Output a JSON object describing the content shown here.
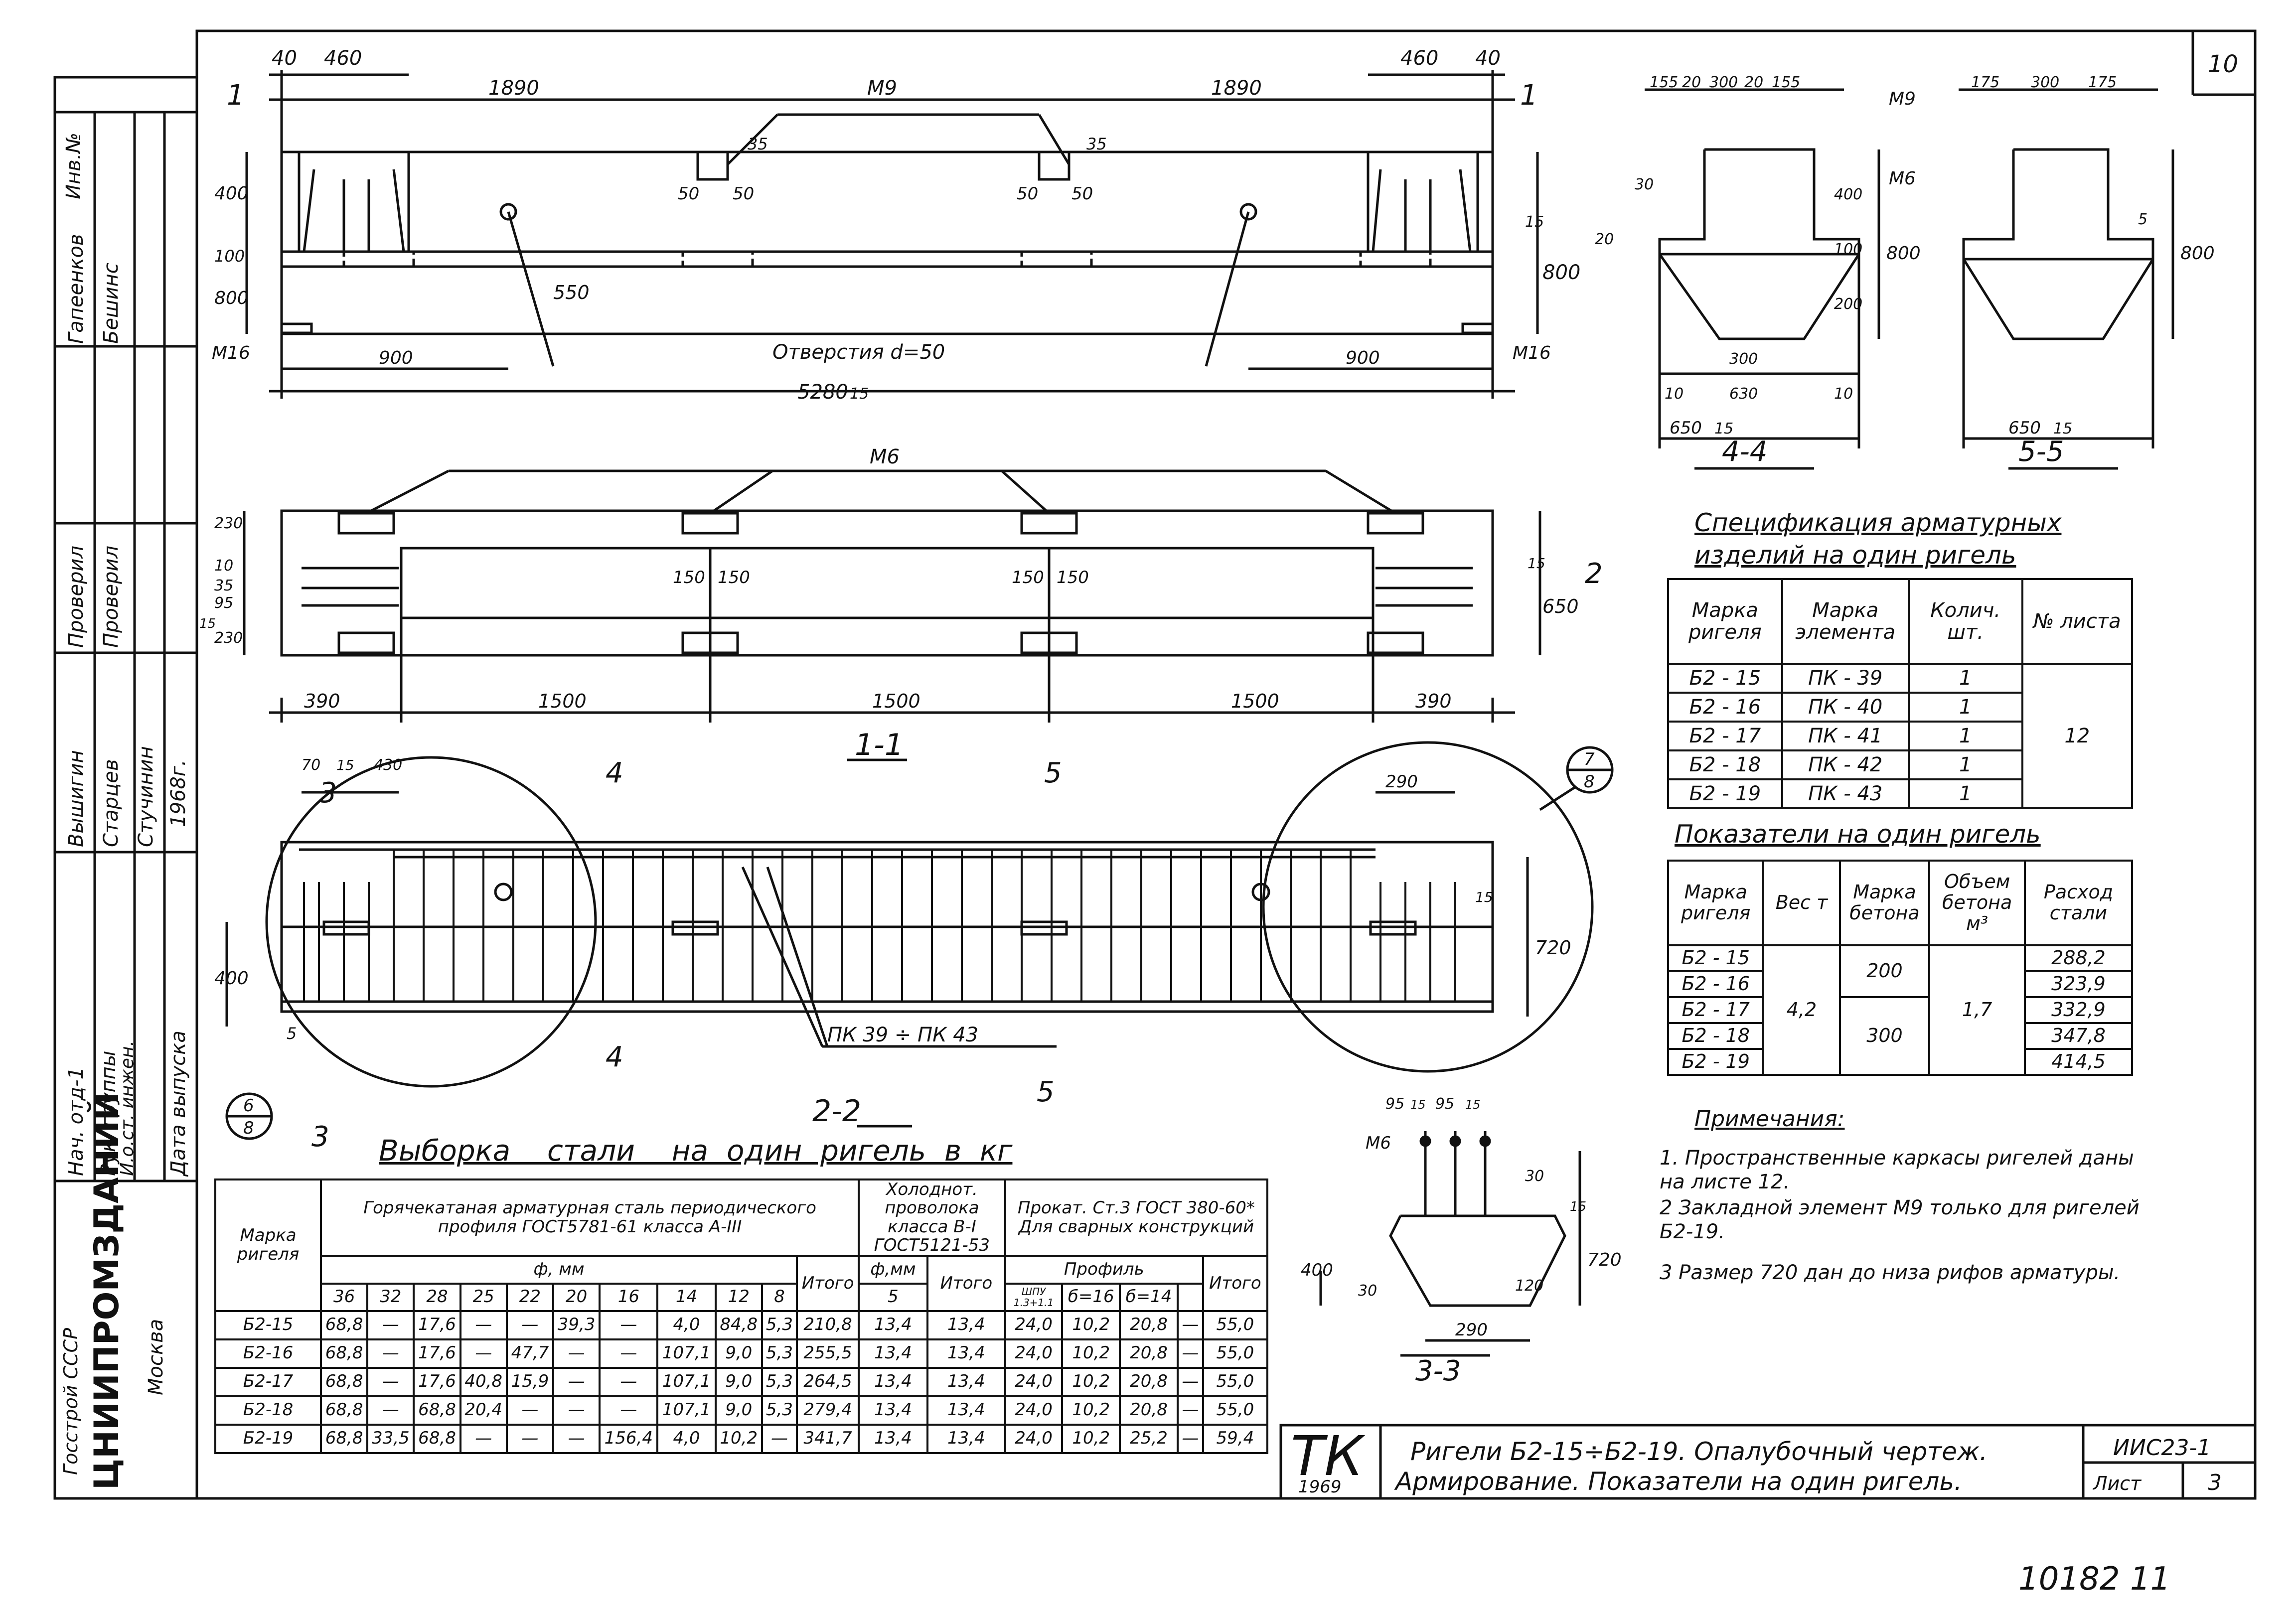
{
  "sheet_corner_number": "10",
  "stamp_inv": "Инв.№",
  "side_stamp": {
    "col_roles": [
      "Нач. отд-1",
      "Рук. группы",
      "И.о.ст. инжен.",
      "Дата выпуска"
    ],
    "names_a": [
      "Гапеенков",
      "Бешинс"
    ],
    "names_b": [
      "Проверил",
      "Проверил"
    ],
    "names_c": [
      "Вышигин",
      "Старцев",
      "Стучинин"
    ],
    "year": "1968г.",
    "org1": "Госстрой СССР",
    "org2": "ЦНИИПРОМЗДАНИЙ",
    "org3": "Москва"
  },
  "elevation": {
    "dims_top": [
      "40",
      "460",
      "1890",
      "М9",
      "1890",
      "460",
      "40"
    ],
    "dims_left": [
      "400",
      "100",
      "800"
    ],
    "dims_mid": [
      "50",
      "50",
      "50",
      "50",
      "35",
      "35",
      "550"
    ],
    "right_dims": [
      "800",
      "15"
    ],
    "bottom_labels": [
      "М16",
      "900",
      "Отверстия  d=50",
      "900",
      "М16"
    ],
    "overall": "5280",
    "overall_tag": "15",
    "cut_mark": "1"
  },
  "plan": {
    "label_top": "М6",
    "left_dims": [
      "230",
      "10",
      "35",
      "95",
      "230",
      "15"
    ],
    "mid_dims": [
      "150",
      "150",
      "150",
      "150"
    ],
    "right_dims": [
      "650",
      "15"
    ],
    "bottom_dims": [
      "390",
      "1500",
      "1500",
      "1500",
      "390"
    ],
    "cut_mark": "2",
    "caption": "1-1"
  },
  "section_22": {
    "top_dims": [
      "70",
      "15",
      "430"
    ],
    "cut3": "3",
    "cut4": "4",
    "cut5": "5",
    "left_dim": "400",
    "left_small": "5",
    "right_dim": "720",
    "right_small": "15",
    "detail_dim": "290",
    "callout_ref": "ПК 39 ÷ ПК 43",
    "caption": "2-2",
    "node_left_num": "6",
    "node_left_den": "8",
    "node_right_num": "7",
    "node_right_den": "8"
  },
  "section_44": {
    "top_dims": [
      "155",
      "20",
      "300",
      "20",
      "155"
    ],
    "side_dims": [
      "30",
      "20"
    ],
    "right_dims": [
      "400",
      "100",
      "200",
      "800"
    ],
    "bottom_dims": [
      "300",
      "10",
      "630",
      "10",
      "650",
      "15"
    ],
    "caption": "4-4"
  },
  "section_55": {
    "labels": [
      "М9",
      "М6"
    ],
    "top_dims": [
      "175",
      "300",
      "175"
    ],
    "right_dims": [
      "5",
      "800"
    ],
    "bottom_dims": [
      "650",
      "15"
    ],
    "caption": "5-5"
  },
  "section_33": {
    "labels": [
      "М6"
    ],
    "top_dims": [
      "95",
      "15",
      "95",
      "15"
    ],
    "side_dims": [
      "30",
      "400",
      "30",
      "120",
      "720",
      "15"
    ],
    "bottom_dims": [
      "290"
    ],
    "caption": "3-3"
  },
  "spec_table": {
    "title1": "Спецификация  арматурных",
    "title2": "изделий  на  один  ригель",
    "headers": [
      "Марка ригеля",
      "Марка элемента",
      "Колич. шт.",
      "№ листа"
    ],
    "rows": [
      [
        "Б2 - 15",
        "ПК - 39",
        "1"
      ],
      [
        "Б2 - 16",
        "ПК - 40",
        "1"
      ],
      [
        "Б2 - 17",
        "ПК - 41",
        "1"
      ],
      [
        "Б2 - 18",
        "ПК - 42",
        "1"
      ],
      [
        "Б2 - 19",
        "ПК - 43",
        "1"
      ]
    ],
    "sheet_no": "12"
  },
  "indicators_table": {
    "title": "Показатели  на  один  ригель",
    "headers": [
      "Марка ригеля",
      "Вес т",
      "Марка бетона",
      "Объем бетона м³",
      "Расход стали"
    ],
    "marks": [
      "Б2 - 15",
      "Б2 - 16",
      "Б2 - 17",
      "Б2 - 18",
      "Б2 - 19"
    ],
    "weight": "4,2",
    "concrete_a": "200",
    "concrete_b": "300",
    "volume": "1,7",
    "steel": [
      "288,2",
      "323,9",
      "332,9",
      "347,8",
      "414,5"
    ]
  },
  "notes": {
    "title": "Примечания:",
    "items": [
      "1.  Пространственные каркасы ригелей даны на листе 12.",
      "2  Закладной элемент М9 только для ригелей Б2-19.",
      "3  Размер 720 дан до низа рифов арматуры."
    ]
  },
  "steel_table": {
    "title": "Выборка    стали    на  один  ригель  в  кг",
    "head_mark": "Марка ригеля",
    "group1": "Горячекатаная  арматурная  сталь периодического профиля ГОСТ5781-61 класса А-III",
    "group2": "Холоднот. проволока класса В-I ГОСТ5121-53",
    "group3": "Прокат. Ст.3  ГОСТ 380-60* Для сварных конструкций",
    "phi_mm": "ф, мм",
    "profile": "Профиль",
    "total": "Итого",
    "diameters": [
      "36",
      "32",
      "28",
      "25",
      "22",
      "20",
      "16",
      "14",
      "12",
      "8"
    ],
    "wire_d": "5",
    "wire_phi": "ф,мм",
    "profiles": [
      "ШПУ 1.3+1.1",
      "б=16",
      "б=14",
      ""
    ],
    "rows": [
      [
        "Б2-15",
        "68,8",
        "—",
        "17,6",
        "—",
        "—",
        "39,3",
        "—",
        "4,0",
        "84,8",
        "5,3",
        "210,8",
        "13,4",
        "13,4",
        "24,0",
        "10,2",
        "20,8",
        "—",
        "55,0"
      ],
      [
        "Б2-16",
        "68,8",
        "—",
        "17,6",
        "—",
        "47,7",
        "—",
        "—",
        "107,1",
        "9,0",
        "5,3",
        "255,5",
        "13,4",
        "13,4",
        "24,0",
        "10,2",
        "20,8",
        "—",
        "55,0"
      ],
      [
        "Б2-17",
        "68,8",
        "—",
        "17,6",
        "40,8",
        "15,9",
        "—",
        "—",
        "107,1",
        "9,0",
        "5,3",
        "264,5",
        "13,4",
        "13,4",
        "24,0",
        "10,2",
        "20,8",
        "—",
        "55,0"
      ],
      [
        "Б2-18",
        "68,8",
        "—",
        "68,8",
        "20,4",
        "—",
        "—",
        "—",
        "107,1",
        "9,0",
        "5,3",
        "279,4",
        "13,4",
        "13,4",
        "24,0",
        "10,2",
        "20,8",
        "—",
        "55,0"
      ],
      [
        "Б2-19",
        "68,8",
        "33,5",
        "68,8",
        "—",
        "—",
        "—",
        "156,4",
        "4,0",
        "10,2",
        "—",
        "341,7",
        "13,4",
        "13,4",
        "24,0",
        "10,2",
        "25,2",
        "—",
        "59,4"
      ]
    ]
  },
  "title_block": {
    "logo": "ТК",
    "year": "1969",
    "title1": "Ригели Б2-15÷Б2-19. Опалубочный  чертеж.",
    "title2": "Армирование.  Показатели на один ригель.",
    "series": "ИИС23-1",
    "sheet_label": "Лист",
    "sheet_no": "3",
    "archive": "10182  11"
  }
}
